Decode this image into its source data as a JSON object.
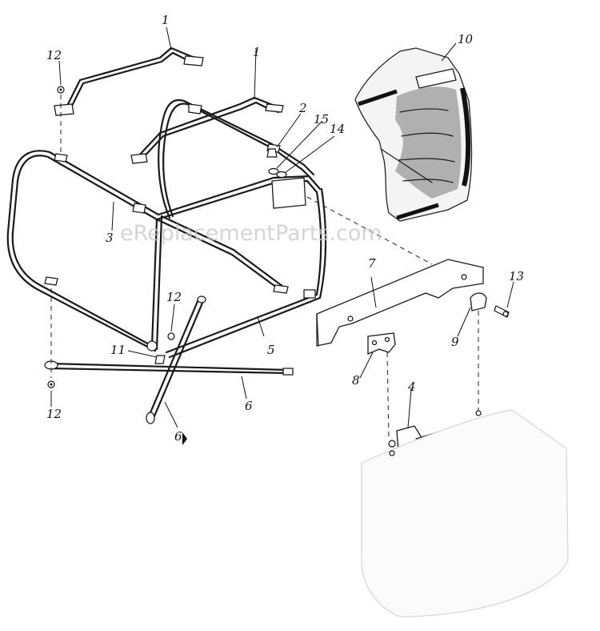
{
  "watermark": "eReplacementParts.com",
  "labels": {
    "l1a": "1",
    "l1b": "1",
    "l2": "2",
    "l3": "3",
    "l4": "4",
    "l5": "5",
    "l6a": "6",
    "l6b": "6",
    "l7": "7",
    "l8": "8",
    "l9": "9",
    "l10": "10",
    "l11": "11",
    "l12a": "12",
    "l12b": "12",
    "l12c": "12",
    "l13": "13",
    "l14": "14",
    "l15": "15"
  }
}
